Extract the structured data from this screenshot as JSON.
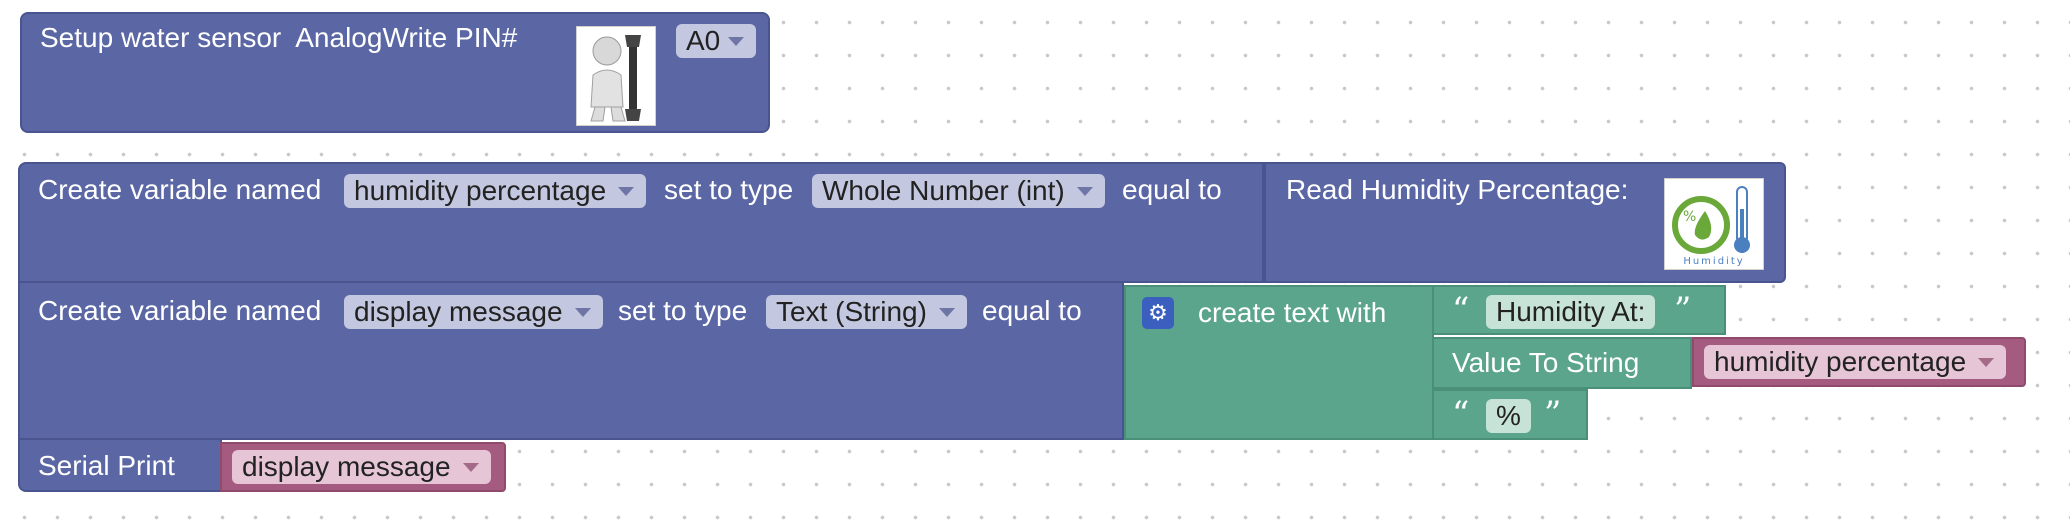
{
  "setup_block": {
    "label": "Setup water sensor  AnalogWrite PIN#",
    "pin_value": "A0",
    "icon": "wrench-person-icon"
  },
  "humidity_var_block": {
    "prefix": "Create variable named",
    "var_name": "humidity percentage",
    "set_type_label": "set to type",
    "type_value": "Whole Number (int)",
    "equal_label": "equal to"
  },
  "read_humidity_block": {
    "label": "Read Humidity Percentage:",
    "icon": "humidity-thermometer-icon",
    "icon_caption": "Humidity"
  },
  "display_var_block": {
    "prefix": "Create variable named",
    "var_name": "display message",
    "set_type_label": "set to type",
    "type_value": "Text (String)",
    "equal_label": "equal to"
  },
  "create_text_block": {
    "label": "create text with",
    "items": [
      {
        "kind": "text",
        "value": "Humidity At:"
      },
      {
        "kind": "to_string",
        "label": "Value To String",
        "var_name": "humidity percentage"
      },
      {
        "kind": "text",
        "value": "%"
      }
    ]
  },
  "serial_print_block": {
    "label": "Serial Print",
    "var_name": "display message"
  },
  "quote_open": "“",
  "quote_close": "”",
  "colors": {
    "procedure_block": "#5b67a5",
    "text_block": "#5ba58c",
    "variable_block": "#a55b80"
  }
}
